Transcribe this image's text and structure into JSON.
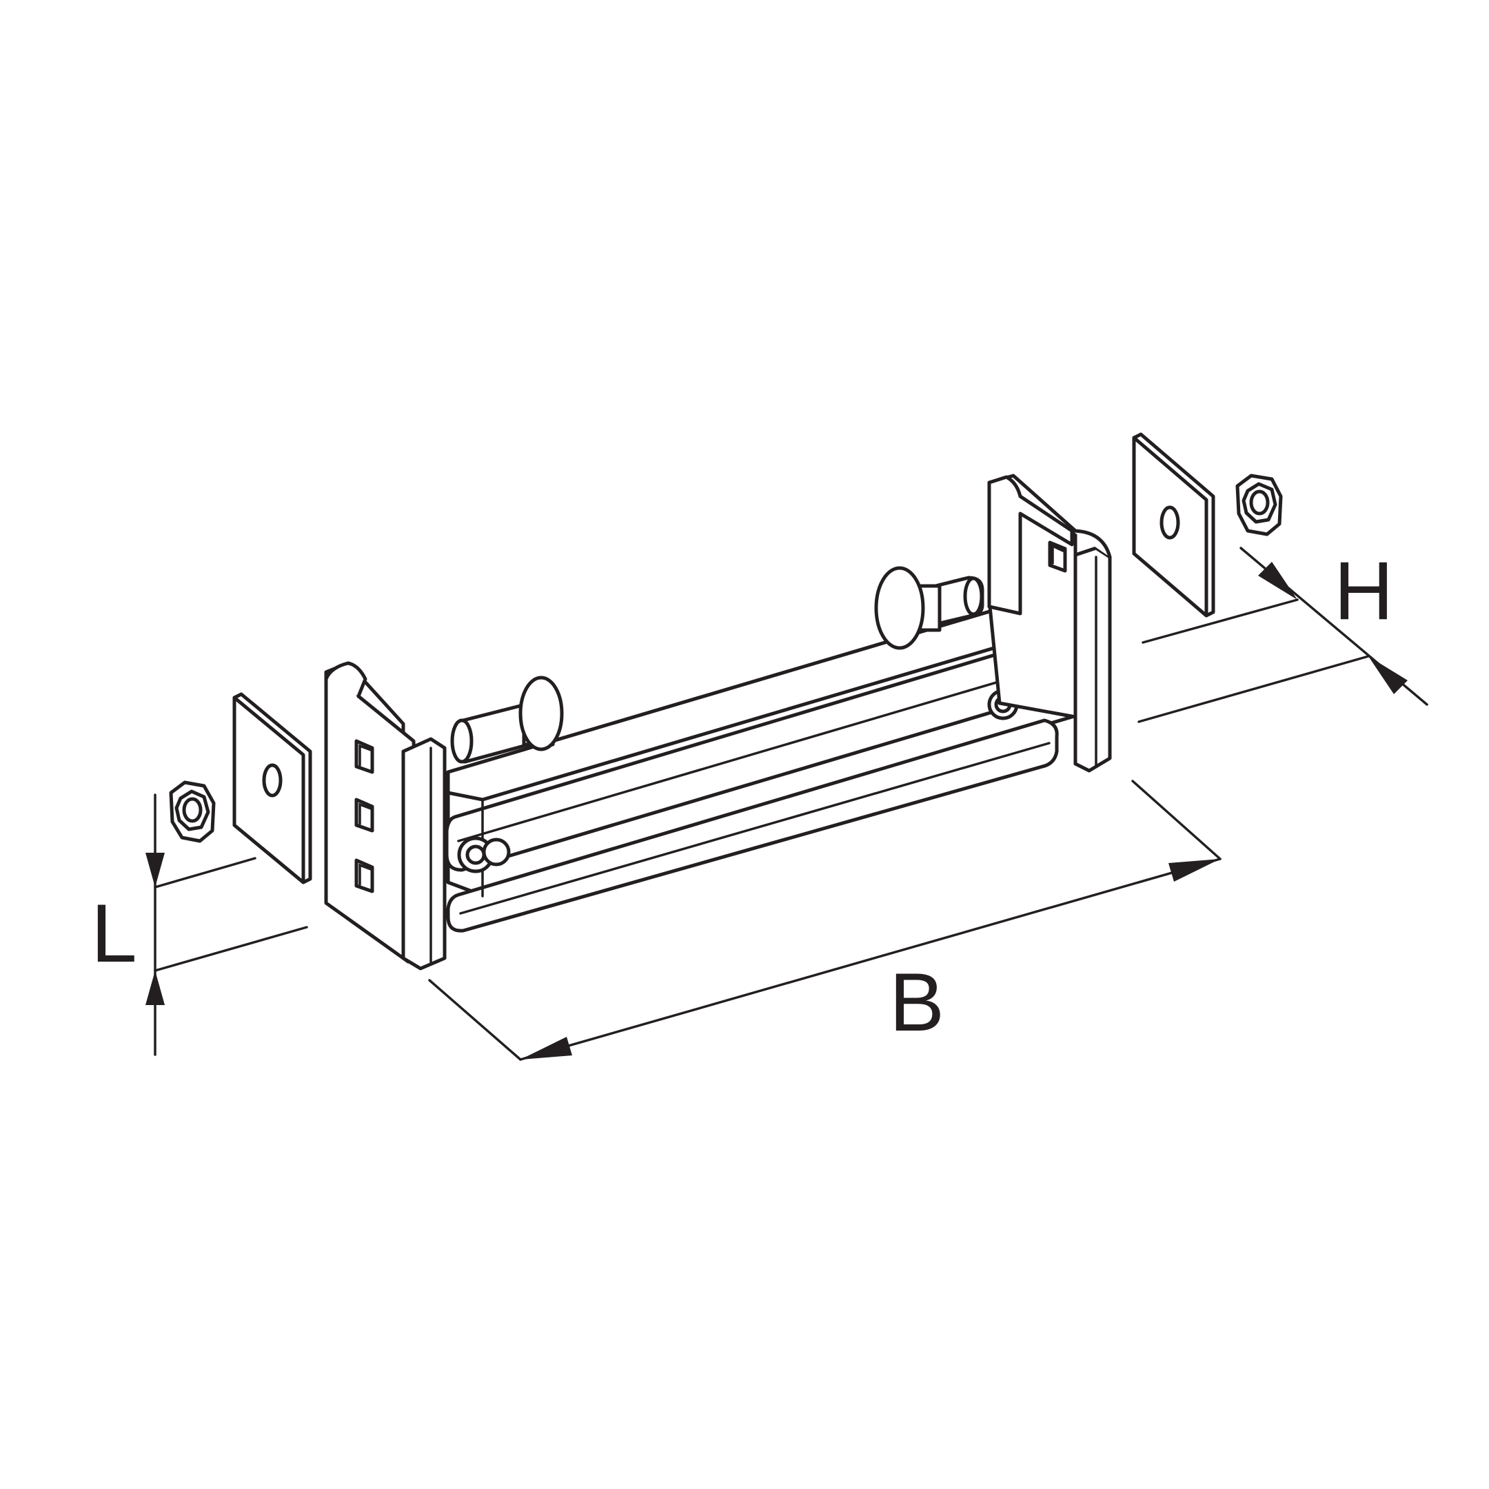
{
  "dimensions": {
    "L": "L",
    "B": "B",
    "H": "H"
  },
  "colors": {
    "line": "#231f20",
    "background": "#ffffff"
  }
}
